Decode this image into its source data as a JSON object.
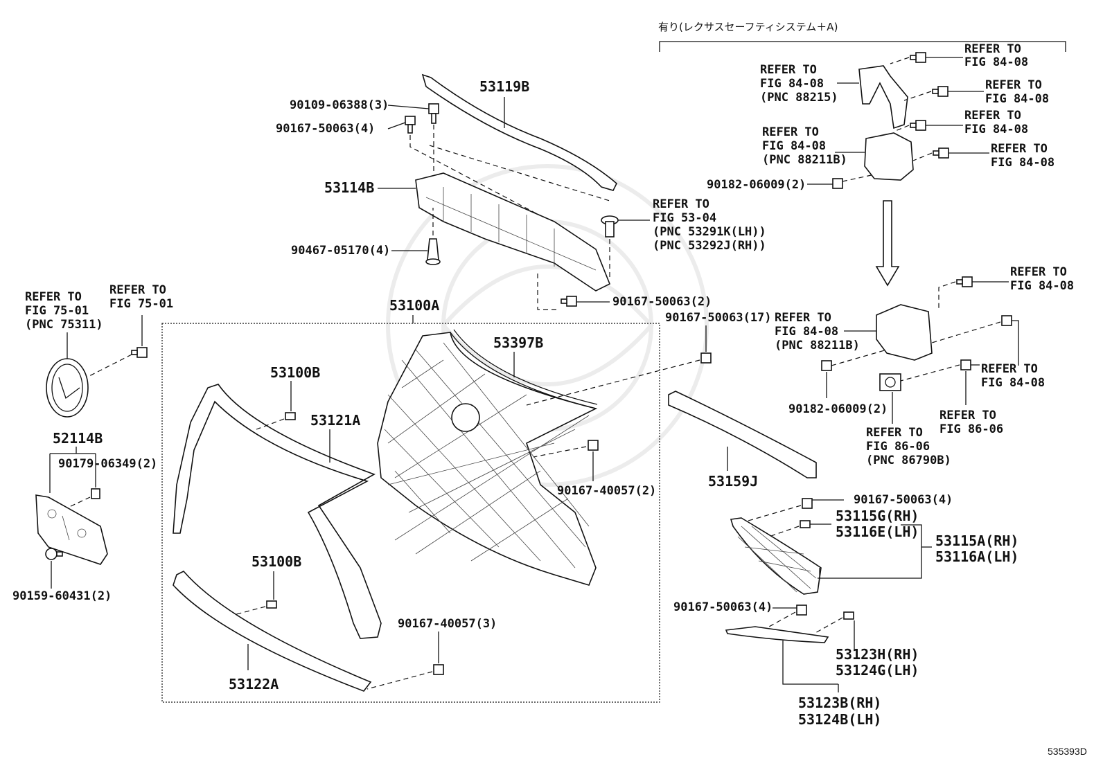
{
  "header": {
    "note": "有り(レクサスセーフティシステム＋A)"
  },
  "labels": {
    "p53119B": "53119B",
    "p90109": "90109-06388(3)",
    "p90167_4a": "90167-50063(4)",
    "p53114B": "53114B",
    "p90467": "90467-05170(4)",
    "ref5304_l1": "REFER TO",
    "ref5304_l2": "FIG 53-04",
    "ref5304_l3": "(PNC 53291K(LH))",
    "ref5304_l4": "(PNC 53292J(RH))",
    "p90167_2a": "90167-50063(2)",
    "p53100A": "53100A",
    "p90167_17": "90167-50063(17)",
    "p53397B": "53397B",
    "p53100B_a": "53100B",
    "p53121A": "53121A",
    "p53100B_b": "53100B",
    "p90167_40057_2": "90167-40057(2)",
    "p90167_40057_3": "90167-40057(3)",
    "p53122A": "53122A",
    "ref7501a_l1": "REFER TO",
    "ref7501a_l2": "FIG 75-01",
    "ref7501a_l3": "(PNC 75311)",
    "ref7501b_l1": "REFER TO",
    "ref7501b_l2": "FIG 75-01",
    "p52114B": "52114B",
    "p90179": "90179-06349(2)",
    "p90159": "90159-60431(2)",
    "rA_l1": "REFER TO",
    "rA_l2": "FIG 84-08",
    "rB_l1": "REFER TO",
    "rB_l2": "FIG 84-08",
    "rB_l3": "(PNC 88215)",
    "rC_l1": "REFER TO",
    "rC_l2": "FIG 84-08",
    "rD_l1": "REFER TO",
    "rD_l2": "FIG 84-08",
    "rE_l1": "REFER TO",
    "rE_l2": "FIG 84-08",
    "rE_l3": "(PNC 88211B)",
    "rF_l1": "REFER TO",
    "rF_l2": "FIG 84-08",
    "p90182_a": "90182-06009(2)",
    "rG_l1": "REFER TO",
    "rG_l2": "FIG 84-08",
    "rH_l1": "REFER TO",
    "rH_l2": "FIG 84-08",
    "rH_l3": "(PNC 88211B)",
    "rI_l1": "REFER TO",
    "rI_l2": "FIG 84-08",
    "p90182_b": "90182-06009(2)",
    "rJ_l1": "REFER TO",
    "rJ_l2": "FIG 86-06",
    "rK_l1": "REFER TO",
    "rK_l2": "FIG 86-06",
    "rK_l3": "(PNC 86790B)",
    "p53159J": "53159J",
    "p90167_4b": "90167-50063(4)",
    "p53115G": "53115G(RH)",
    "p53116E": "53116E(LH)",
    "p53115A": "53115A(RH)",
    "p53116A": "53116A(LH)",
    "p90167_4c": "90167-50063(4)",
    "p53123H": "53123H(RH)",
    "p53124G": "53124G(LH)",
    "p53123B": "53123B(RH)",
    "p53124B": "53124B(LH)",
    "fig_id": "535393D"
  }
}
